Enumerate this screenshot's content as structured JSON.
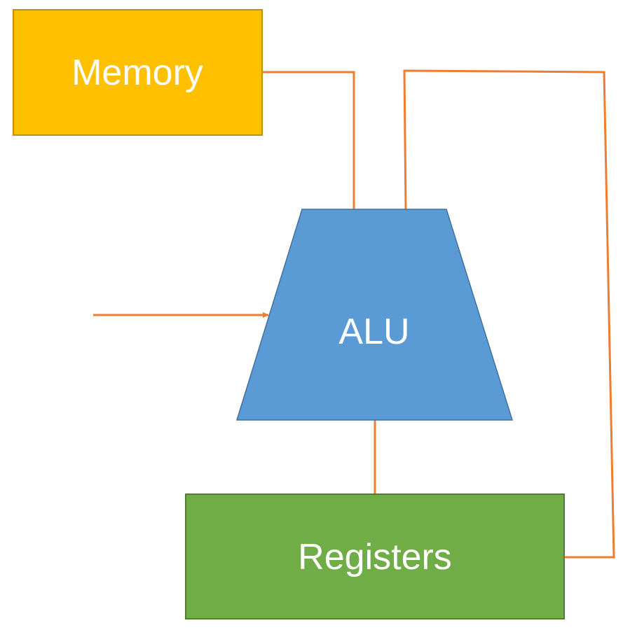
{
  "diagram": {
    "nodes": [
      {
        "id": "memory",
        "label": "Memory",
        "shape": "rectangle",
        "fill": "#FFC000",
        "stroke": "#BF9000"
      },
      {
        "id": "alu",
        "label": "ALU",
        "shape": "trapezoid",
        "fill": "#5B9BD5",
        "stroke": "#41719C"
      },
      {
        "id": "registers",
        "label": "Registers",
        "shape": "rectangle",
        "fill": "#70AD47",
        "stroke": "#507E32"
      }
    ],
    "edges": [
      {
        "id": "memory-to-alu",
        "from": "memory",
        "to": "alu",
        "arrow": false
      },
      {
        "id": "registers-to-alu-loop",
        "from": "registers",
        "to": "alu",
        "arrow": false
      },
      {
        "id": "alu-to-registers",
        "from": "alu",
        "to": "registers",
        "arrow": false
      },
      {
        "id": "input-to-alu",
        "from": "external",
        "to": "alu",
        "arrow": true
      }
    ],
    "wire_color": "#ED7D31"
  }
}
